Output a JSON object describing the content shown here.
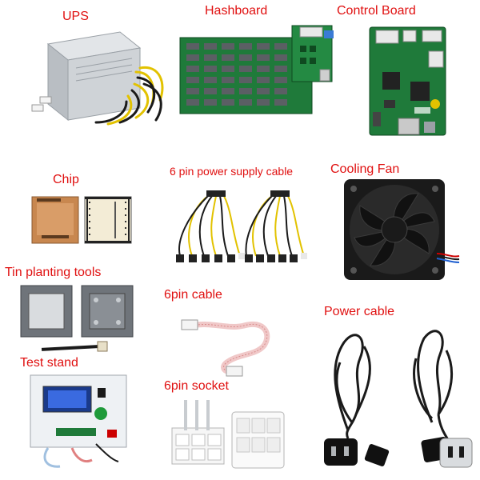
{
  "labels": {
    "ups": "UPS",
    "hashboard": "Hashboard",
    "control_board": "Control Board",
    "chip": "Chip",
    "power_supply_cable": "6 pin power supply cable",
    "cooling_fan": "Cooling Fan",
    "tin_planting_tools": "Tin planting tools",
    "pin_cable": "6pin cable",
    "power_cable": "Power cable",
    "test_stand": "Test stand",
    "pin_socket": "6pin socket"
  },
  "colors": {
    "label": "#e01010",
    "pcb_green": "#1f7a3a",
    "pcb_dark": "#145a2a",
    "metal": "#c8ccd0",
    "copper": "#c8874f",
    "yellow_wire": "#e2c200",
    "black": "#1a1a1a",
    "plate_gray": "#6f747a"
  }
}
